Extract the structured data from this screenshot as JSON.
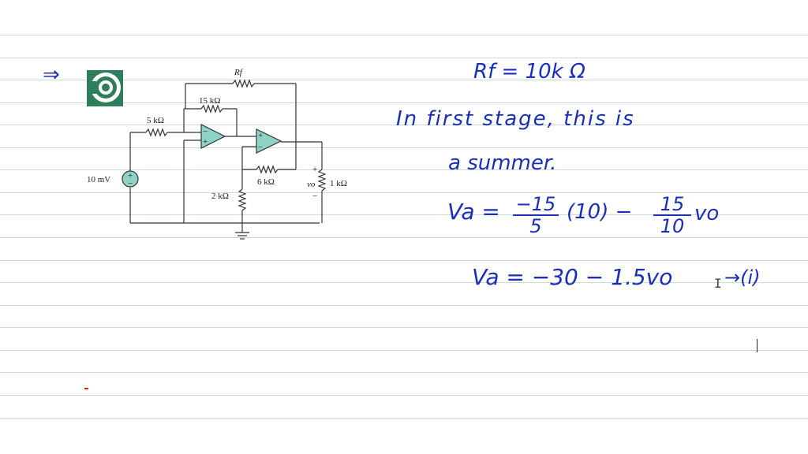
{
  "toolbar": {
    "marker": "⇒"
  },
  "circuit": {
    "labels": {
      "rf": "Rf",
      "r_15k": "15 kΩ",
      "r_5k": "5 kΩ",
      "source": "10 mV",
      "r_6k": "6 kΩ",
      "r_2k": "2 kΩ",
      "r_1k": "1 kΩ",
      "vo": "vo",
      "plus": "+",
      "minus": "−"
    }
  },
  "notes": {
    "line1": "Rf = 10k Ω",
    "line2": "In first stage, this is",
    "line3": "a summer.",
    "eq1": {
      "lhs": "Va =",
      "frac1_num": "−15",
      "frac1_den": "5",
      "mid": "(10) −",
      "frac2_num": "15",
      "frac2_den": "10",
      "tail": "vo"
    },
    "eq2": {
      "text": "Va = −30 − 1.5vo",
      "tag": "→(i)"
    }
  },
  "colors": {
    "ink": "#1a2fb8",
    "rule": "#c9dcdc",
    "logo_green": "#2e7d5b"
  }
}
